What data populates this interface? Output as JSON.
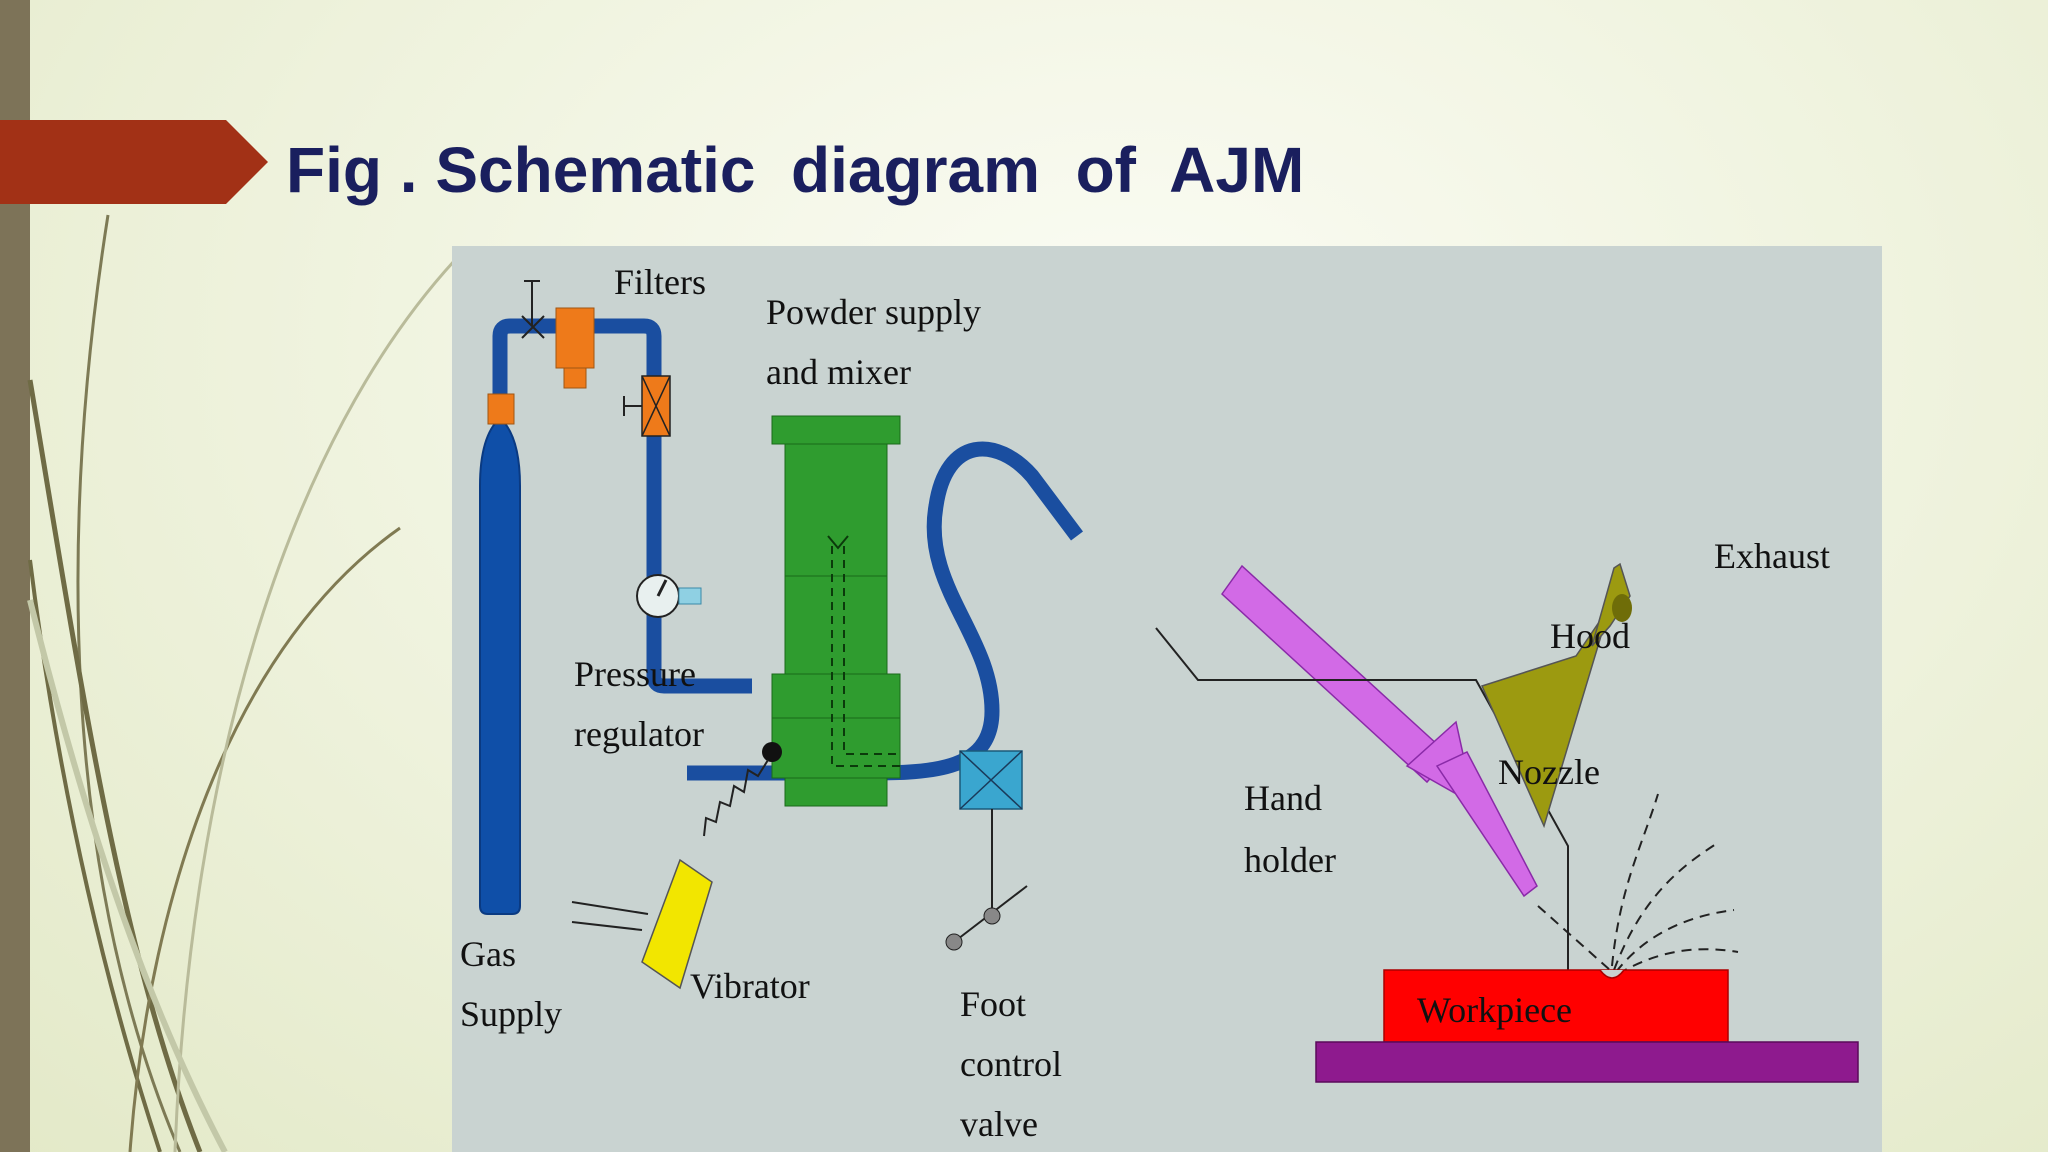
{
  "slide": {
    "title": "Fig . Schematic  diagram  of  AJM"
  },
  "diagram": {
    "labels": {
      "filters": "Filters",
      "powder_1": "Powder supply",
      "powder_2": "and mixer",
      "pressure_1": "Pressure",
      "pressure_2": "regulator",
      "gas_1": "Gas",
      "gas_2": "Supply",
      "vibrator": "Vibrator",
      "foot_1": "Foot",
      "foot_2": "control",
      "foot_3": "valve",
      "hand_1": "Hand",
      "hand_2": "holder",
      "nozzle": "Nozzle",
      "hood": "Hood",
      "exhaust": "Exhaust",
      "workpiece": "Workpiece"
    }
  },
  "colors": {
    "title": "#1a1f5e",
    "title_arrow": "#a23116",
    "diagram_bg": "#c9d3d1",
    "pipe": "#1a4ea0",
    "cylinder": "#0f4fa8",
    "filter": "#ee7a1a",
    "mixer": "#2f9c2f",
    "vibrator": "#f2e600",
    "valve": "#3aa6cf",
    "holder": "#d26ae6",
    "exhaust": "#9c9a10",
    "workpiece": "#ff0000",
    "table": "#8e1a8e"
  }
}
